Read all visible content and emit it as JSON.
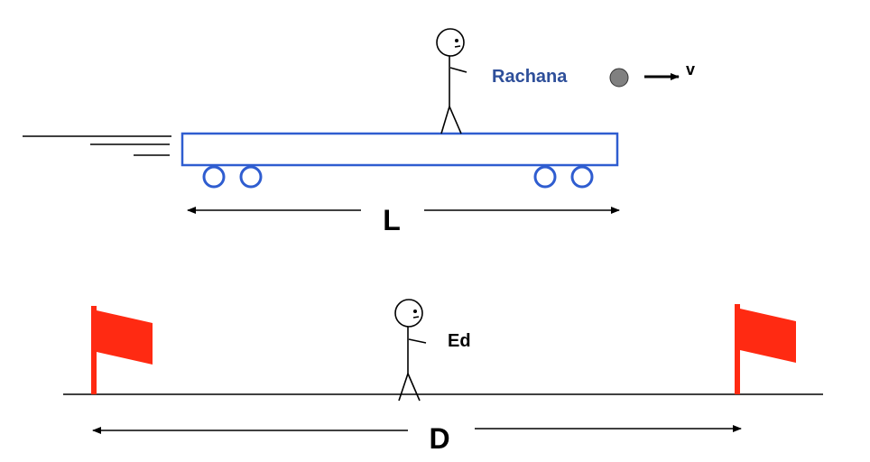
{
  "labels": {
    "rachana": "Rachana",
    "ed": "Ed",
    "velocity": "v",
    "train_length": "L",
    "ground_distance": "D"
  },
  "colors": {
    "cart": "#2f5dd0",
    "flag": "#ff2a12",
    "rachana_text": "#2e4f9a",
    "ball": "#808080",
    "ink": "#000000"
  },
  "icons": {
    "rachana": "stick-figure-icon",
    "ed": "stick-figure-icon",
    "flags": "flag-icon",
    "ball": "ball-icon"
  }
}
